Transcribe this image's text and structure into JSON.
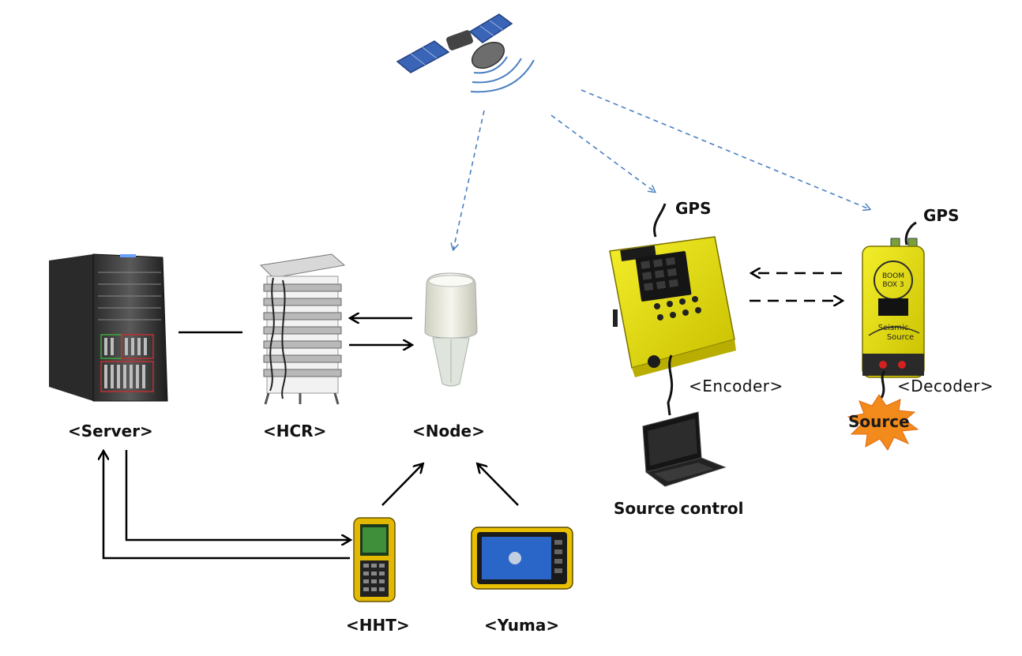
{
  "labels": {
    "server": "<Server>",
    "hcr": "<HCR>",
    "node": "<Node>",
    "hht": "<HHT>",
    "yuma": "<Yuma>",
    "encoder": "<Encoder>",
    "decoder": "<Decoder>",
    "gps_encoder": "GPS",
    "gps_decoder": "GPS",
    "source_control": "Source control",
    "source": "Source"
  },
  "device_text": {
    "boombox_line1": "BOOM",
    "boombox_line2": "BOX 3",
    "seismic": "Seismic",
    "seismic_source": "Source"
  },
  "colors": {
    "gps_signal": "#4a7fc1",
    "device_yellow": "#e8e000",
    "burst_orange": "#f28a1c"
  }
}
